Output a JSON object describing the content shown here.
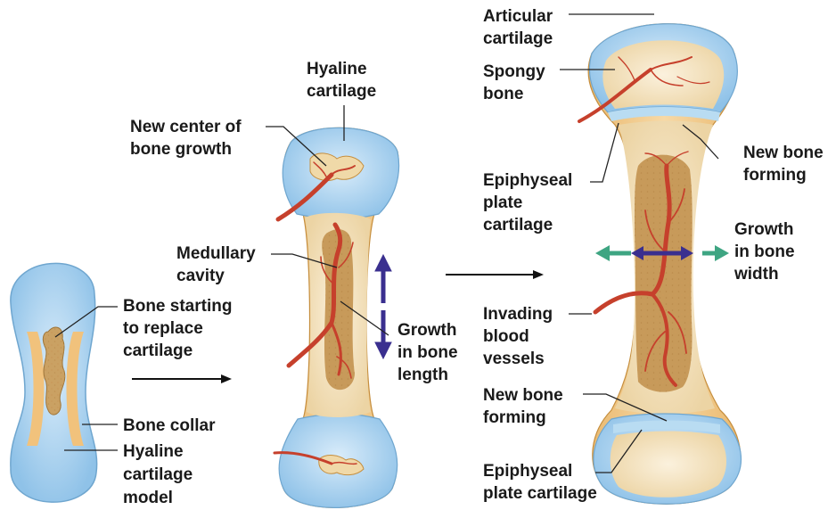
{
  "stage1": {
    "bone_replace": [
      "Bone starting",
      "to replace",
      "cartilage"
    ],
    "bone_collar": "Bone collar",
    "hyaline_model": [
      "Hyaline",
      "cartilage",
      "model"
    ]
  },
  "stage2": {
    "new_center": [
      "New center of",
      "bone growth"
    ],
    "hyaline": [
      "Hyaline",
      "cartilage"
    ],
    "medullary": [
      "Medullary",
      "cavity"
    ],
    "growth_length": [
      "Growth",
      "in bone",
      "length"
    ]
  },
  "stage3": {
    "articular": [
      "Articular",
      "cartilage"
    ],
    "spongy": [
      "Spongy",
      "bone"
    ],
    "new_bone_top": [
      "New bone",
      "forming"
    ],
    "epiphyseal_top": [
      "Epiphyseal",
      "plate",
      "cartilage"
    ],
    "growth_width": [
      "Growth",
      "in bone",
      "width"
    ],
    "invading": [
      "Invading",
      "blood",
      "vessels"
    ],
    "new_bone_bottom": [
      "New bone",
      "forming"
    ],
    "epiphyseal_bottom": [
      "Epiphyseal",
      "plate cartilage"
    ]
  },
  "colors": {
    "cartilage": "#a9d2ef",
    "bone_collar": "#f3c887",
    "spongy": "#f3e2bd",
    "vessel": "#c6402c",
    "growth_arrow": "#3a2f8f",
    "width_arrow": "#3ea582"
  }
}
